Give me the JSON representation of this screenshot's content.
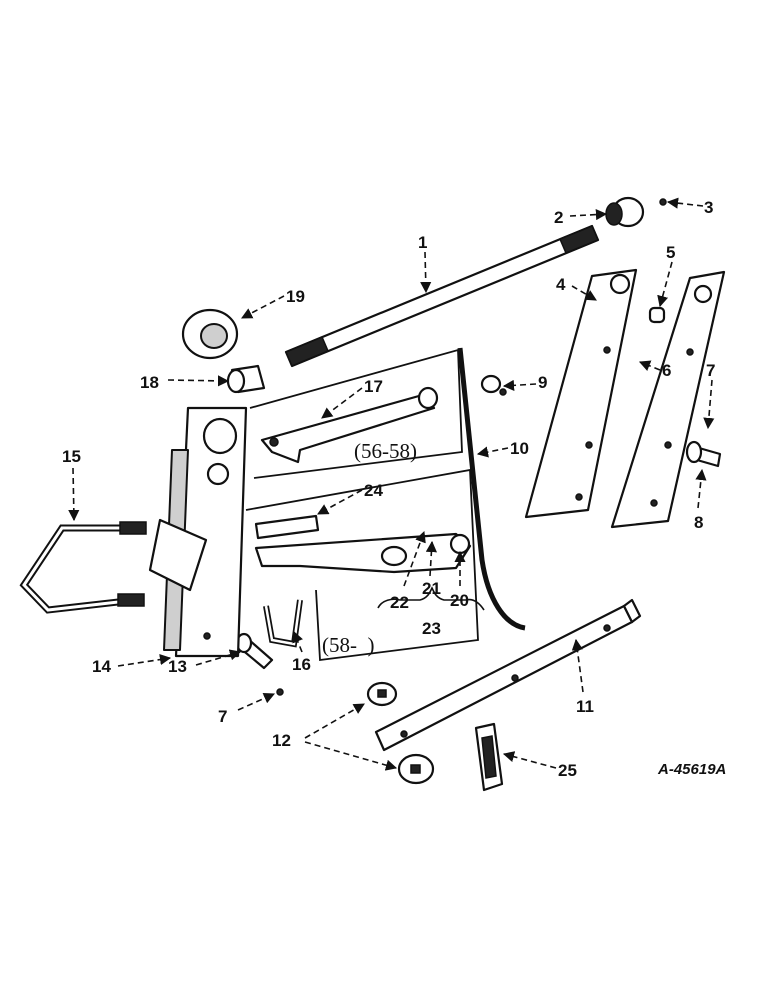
{
  "reference": "A-45619A",
  "callouts": {
    "c1": "1",
    "c2": "2",
    "c3": "3",
    "c4": "4",
    "c5": "5",
    "c6": "6",
    "c7a": "7",
    "c7b": "7",
    "c8": "8",
    "c9": "9",
    "c10": "10",
    "c11": "11",
    "c12": "12",
    "c13": "13",
    "c14": "14",
    "c15": "15",
    "c16": "16",
    "c17": "17",
    "c18": "18",
    "c19": "19",
    "c20": "20",
    "c21": "21",
    "c22": "22",
    "c23": "23",
    "c24": "24",
    "c25": "25"
  },
  "era_labels": {
    "upper": "(56-58)",
    "lower": "(58-  )"
  },
  "colors": {
    "ink": "#111111",
    "paper": "#ffffff",
    "shade": "#cfcfcf"
  }
}
